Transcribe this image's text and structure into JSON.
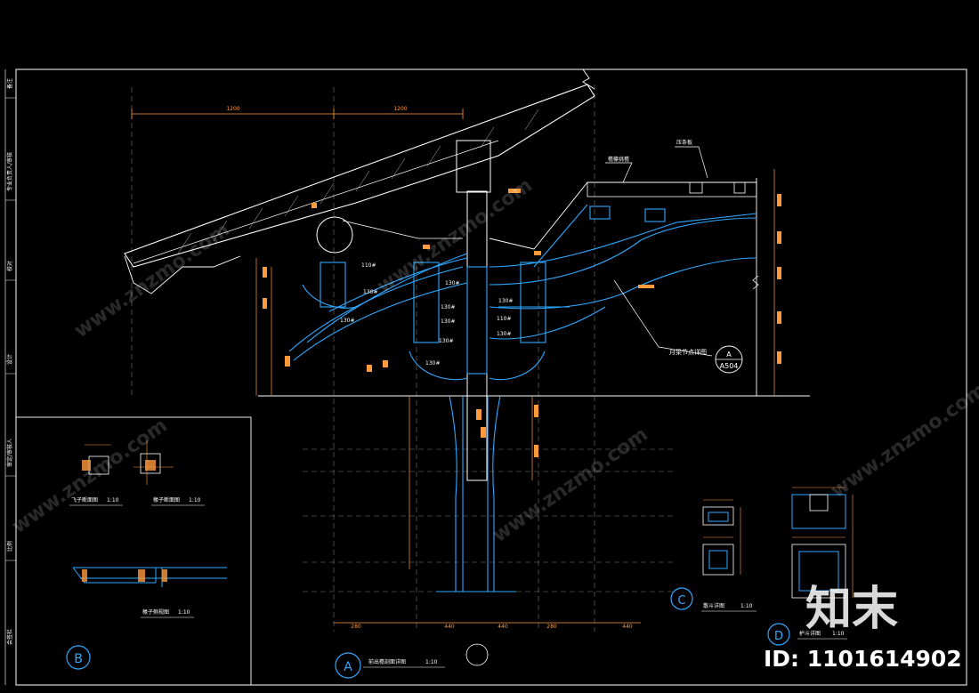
{
  "drawing": {
    "title_block": {
      "labels": [
        "备注",
        "专业负责人/审核",
        "校对",
        "设计",
        "审定/审核人",
        "比例",
        "会签栏"
      ]
    },
    "main_section": {
      "title": "前出檐剖面详图",
      "scale": "1:10",
      "bubble": "A",
      "ref_bubble": {
        "letter": "A",
        "sheet": "A504"
      },
      "callouts": {
        "right_eave": "月梁节点详图",
        "top_label_1": "檐檩挑檐",
        "top_label_2": "压条板"
      },
      "top_dims": [
        "1200",
        "1200"
      ],
      "bottom_dims": [
        "280",
        "440",
        "440",
        "280",
        "440"
      ],
      "bracket_labels": [
        "110#",
        "130#",
        "130#",
        "130#",
        "130#",
        "130#",
        "130#",
        "130#",
        "110#",
        "130#",
        "130#"
      ]
    },
    "detail_b": {
      "bubble": "B",
      "sub1": {
        "title": "飞子断面图",
        "scale": "1:10"
      },
      "sub2": {
        "title": "椽子断面图",
        "scale": "1:10"
      },
      "sub3": {
        "title": "椽子侧视图",
        "scale": "1:10"
      }
    },
    "detail_c": {
      "bubble": "C",
      "title": "散斗详图",
      "scale": "1:10"
    },
    "detail_d": {
      "bubble": "D",
      "title": "栌斗详图",
      "scale": "1:10"
    },
    "watermark": "www.znzmo.com",
    "brand_logo": "知末",
    "id_text": "ID: 1101614902"
  },
  "colors": {
    "background": "#000000",
    "line_white": "#ffffff",
    "line_cyan": "#2fa8ff",
    "line_orange": "#ff9a3c",
    "line_grey": "#8a8a8a"
  }
}
